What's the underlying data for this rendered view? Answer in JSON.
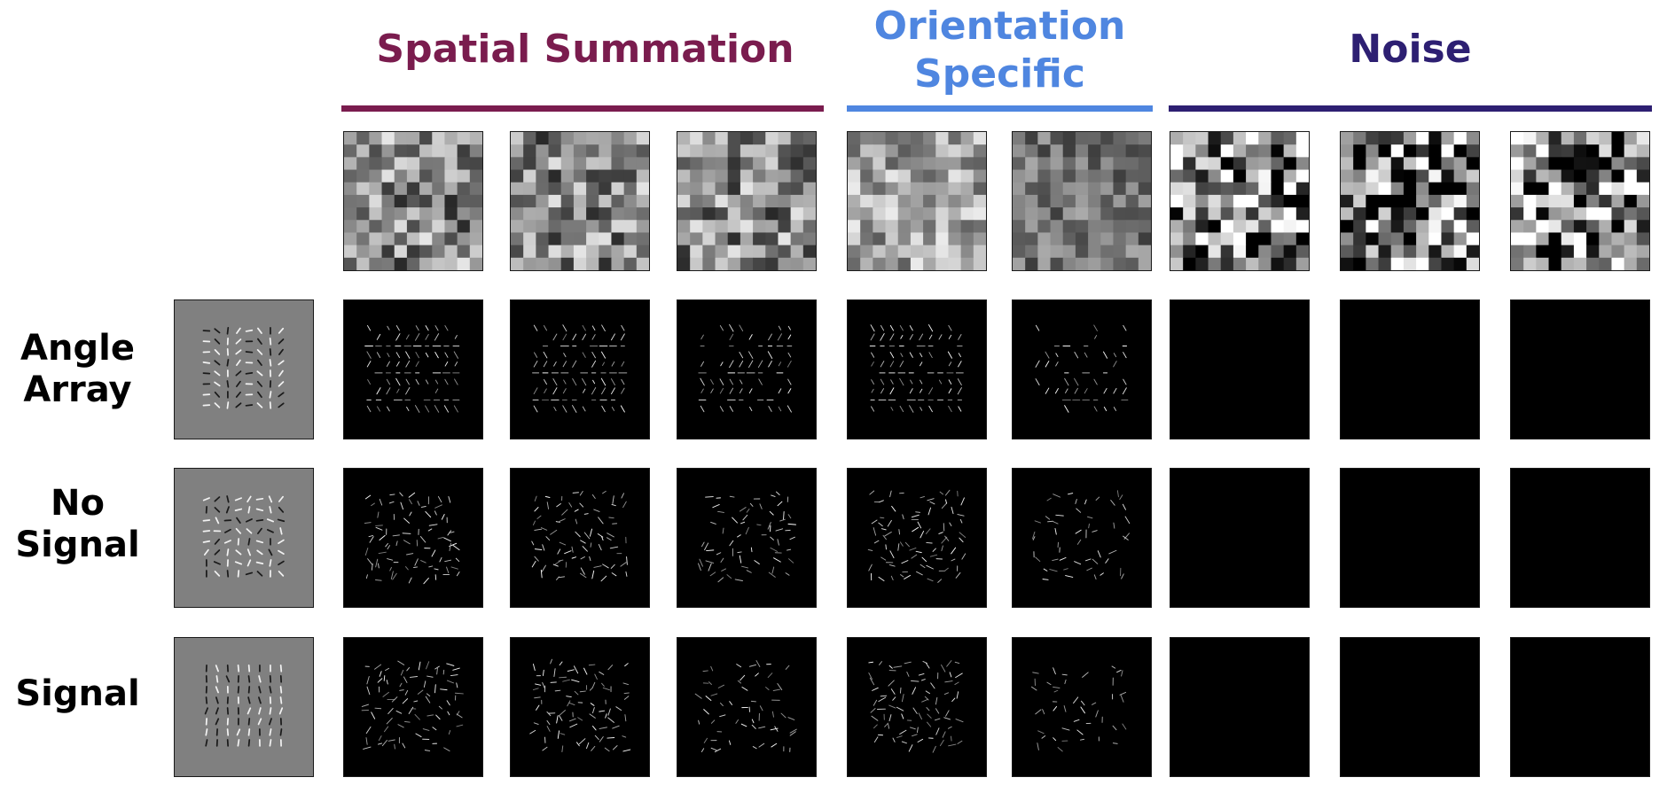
{
  "colors": {
    "spatial_summation": "#7a1c4e",
    "orientation_specific": "#4f86e0",
    "noise": "#2d1f72",
    "stimulus_background": "#808080",
    "response_background": "#000000"
  },
  "groups": [
    {
      "key": "spatial_summation",
      "title": "Spatial Summation",
      "filters": 3
    },
    {
      "key": "orientation_specific",
      "title_lines": [
        "Orientation",
        "Specific"
      ],
      "filters": 2
    },
    {
      "key": "noise",
      "title": "Noise",
      "filters": 3
    }
  ],
  "rows": [
    {
      "label_lines": [
        "Angle",
        "Array"
      ]
    },
    {
      "label_lines": [
        "No",
        "Signal"
      ]
    },
    {
      "label_lines": [
        "Signal"
      ]
    }
  ],
  "stimulus_icon": "gabor-array-icon",
  "response_icon": "filter-response-map-icon",
  "weight_icon": "pixel-weight-grid-icon"
}
